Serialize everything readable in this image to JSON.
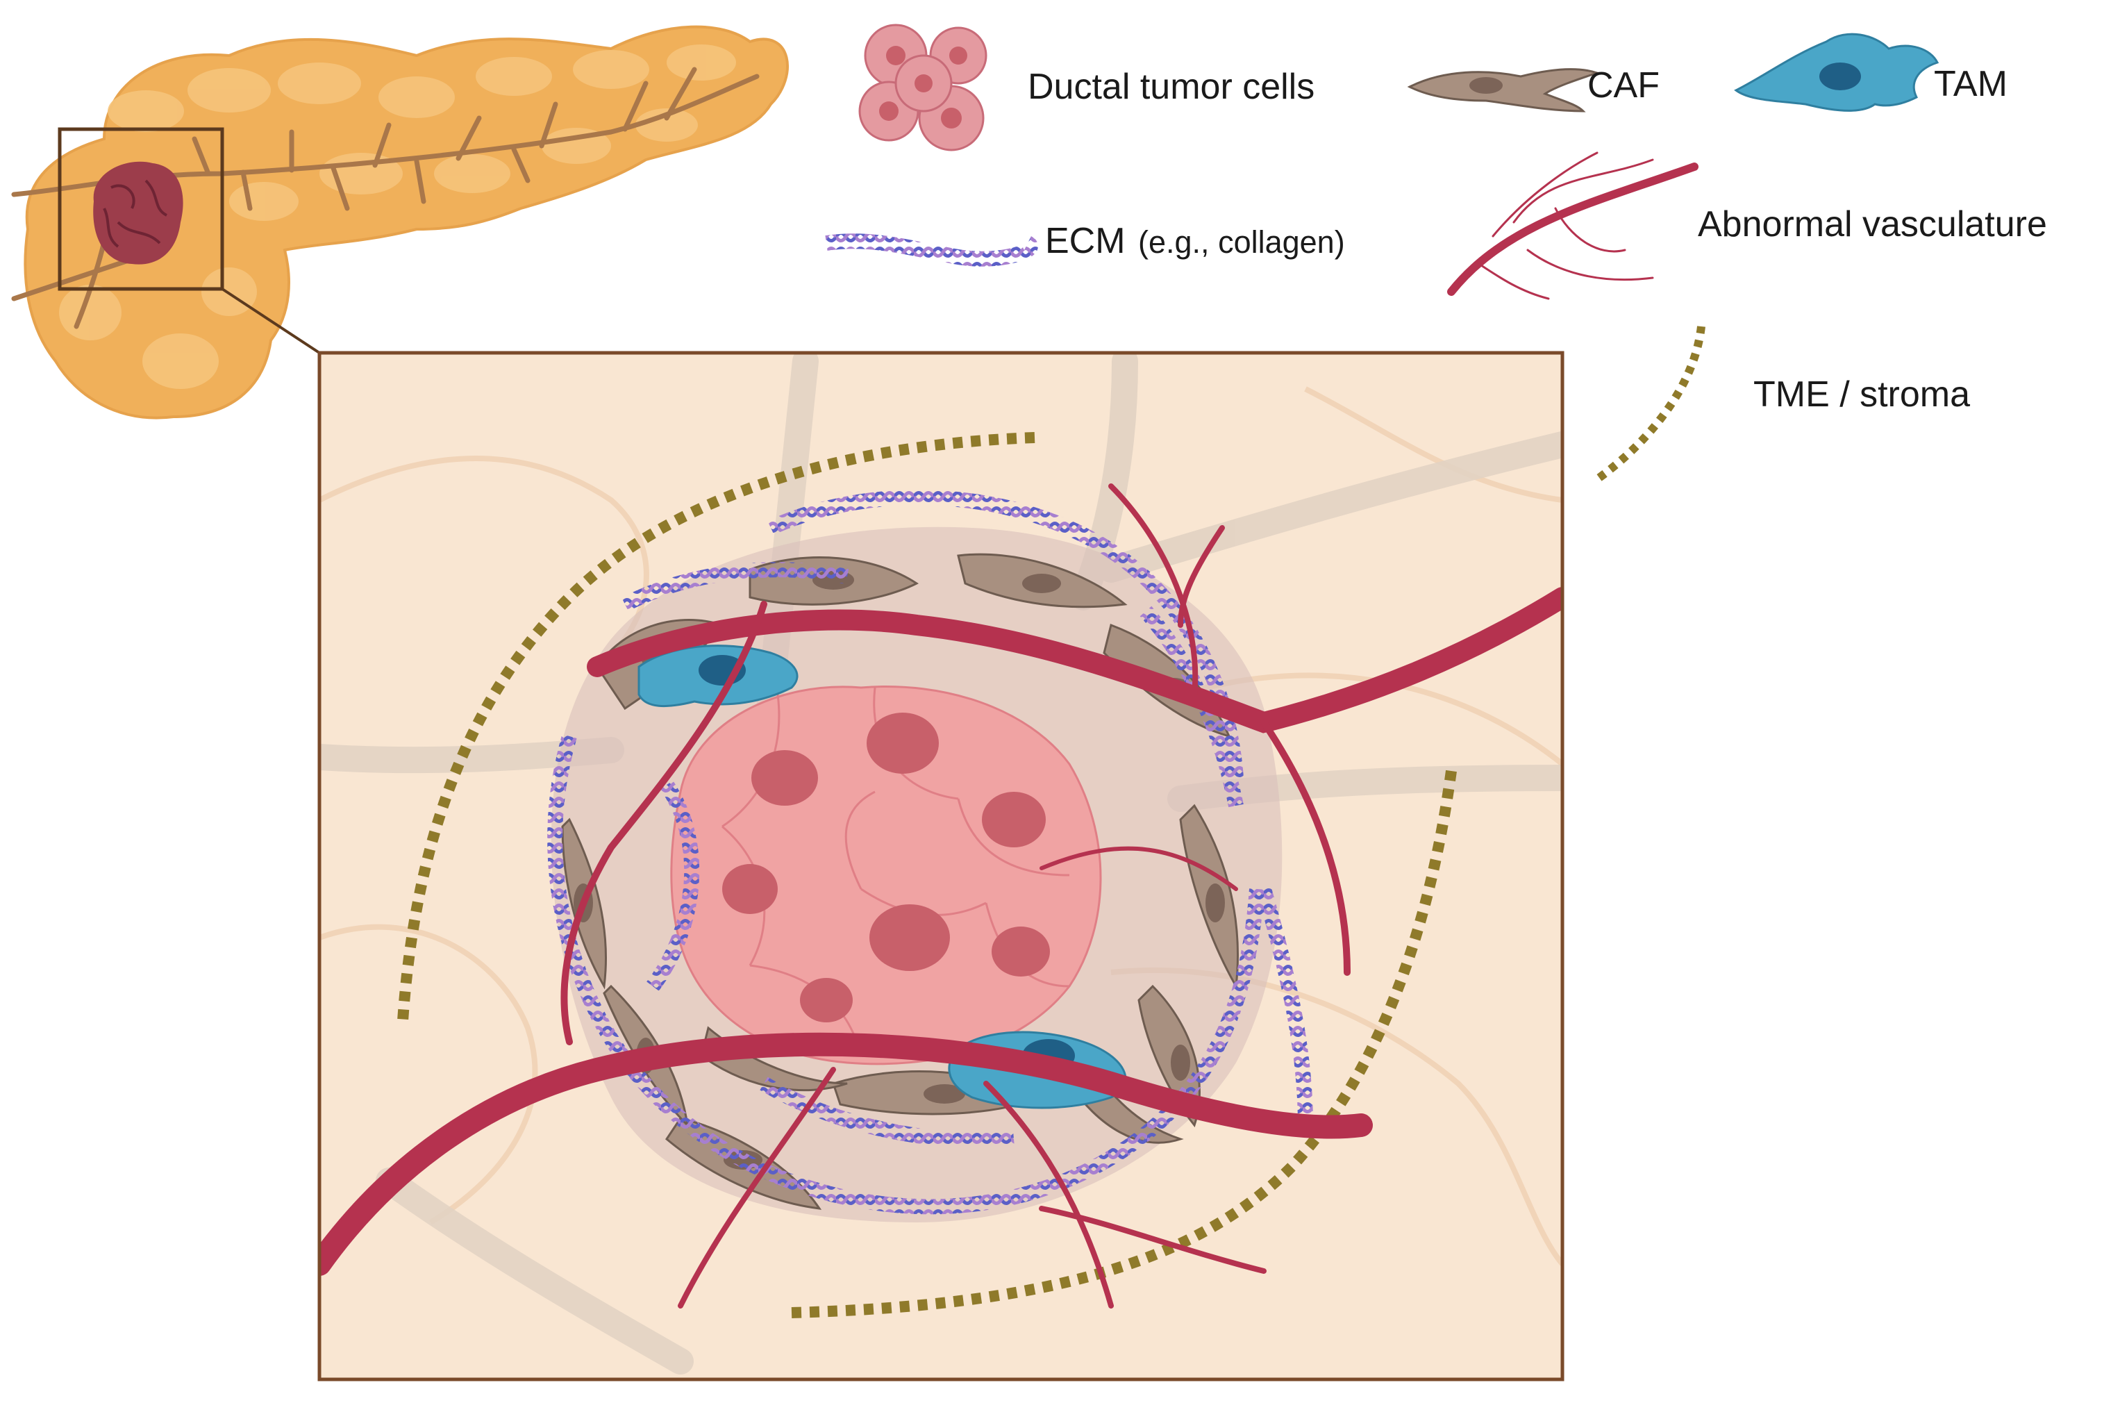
{
  "legend": {
    "tumor": "Ductal tumor cells",
    "caf": "CAF",
    "tam": "TAM",
    "ecm_main": "ECM",
    "ecm_note": "(e.g., collagen)",
    "vasculature": "Abnormal vasculature",
    "tme": "TME / stroma"
  },
  "colors": {
    "pancreas": "#f0b05a",
    "pancreas_lobule": "#f6c57d",
    "duct": "#a9774a",
    "tumor_dark": "#9c3d4b",
    "tumor_cell": "#f0a3a3",
    "tumor_nucleus": "#c8606a",
    "caf": "#a89080",
    "caf_nucleus": "#7c6458",
    "tam": "#4aa6c8",
    "tam_nucleus": "#1f5f86",
    "ecm_blue": "#5b5fc7",
    "ecm_purple": "#a77fd0",
    "vessel": "#b5324f",
    "tme_dash": "#8f7a2a",
    "inset_bg": "#f9e6d2",
    "inset_border": "#7a4a2a"
  },
  "icons": [
    "pancreas-organ-icon",
    "tumor-cluster-icon",
    "caf-cell-icon",
    "tam-cell-icon",
    "ecm-fiber-icon",
    "vessel-icon",
    "tme-dash-icon"
  ]
}
